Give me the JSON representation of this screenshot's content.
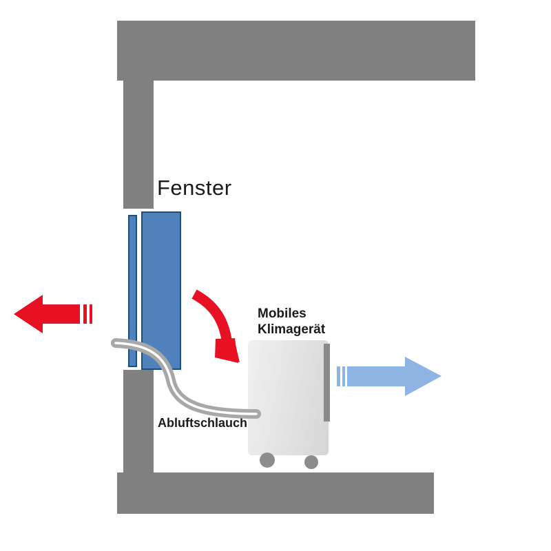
{
  "diagram": {
    "labels": {
      "window": "Fenster",
      "unit_line1": "Mobiles",
      "unit_line2": "Klimagerät",
      "hose": "Abluftschlauch"
    },
    "colors": {
      "wall_gray": "#808080",
      "window_blue": "#4f81bd",
      "window_frame_dark_blue": "#1f4e79",
      "exhaust_red": "#e81123",
      "cool_air_blue": "#8eb4e3",
      "hose_gray": "#a8a8a8",
      "unit_body_gray": "#e2e2e2",
      "unit_shadow_gray": "#8a8a8a",
      "wheel_gray": "#8c8c8c",
      "text_black": "#1a1a1a"
    },
    "icons": {
      "exhaust_air_arrow": "left-red-arrow",
      "warm_air_backflow_arrow": "curved-red-arrow",
      "cool_air_arrow": "right-blue-arrow",
      "wheels": "circle-wheels"
    }
  }
}
